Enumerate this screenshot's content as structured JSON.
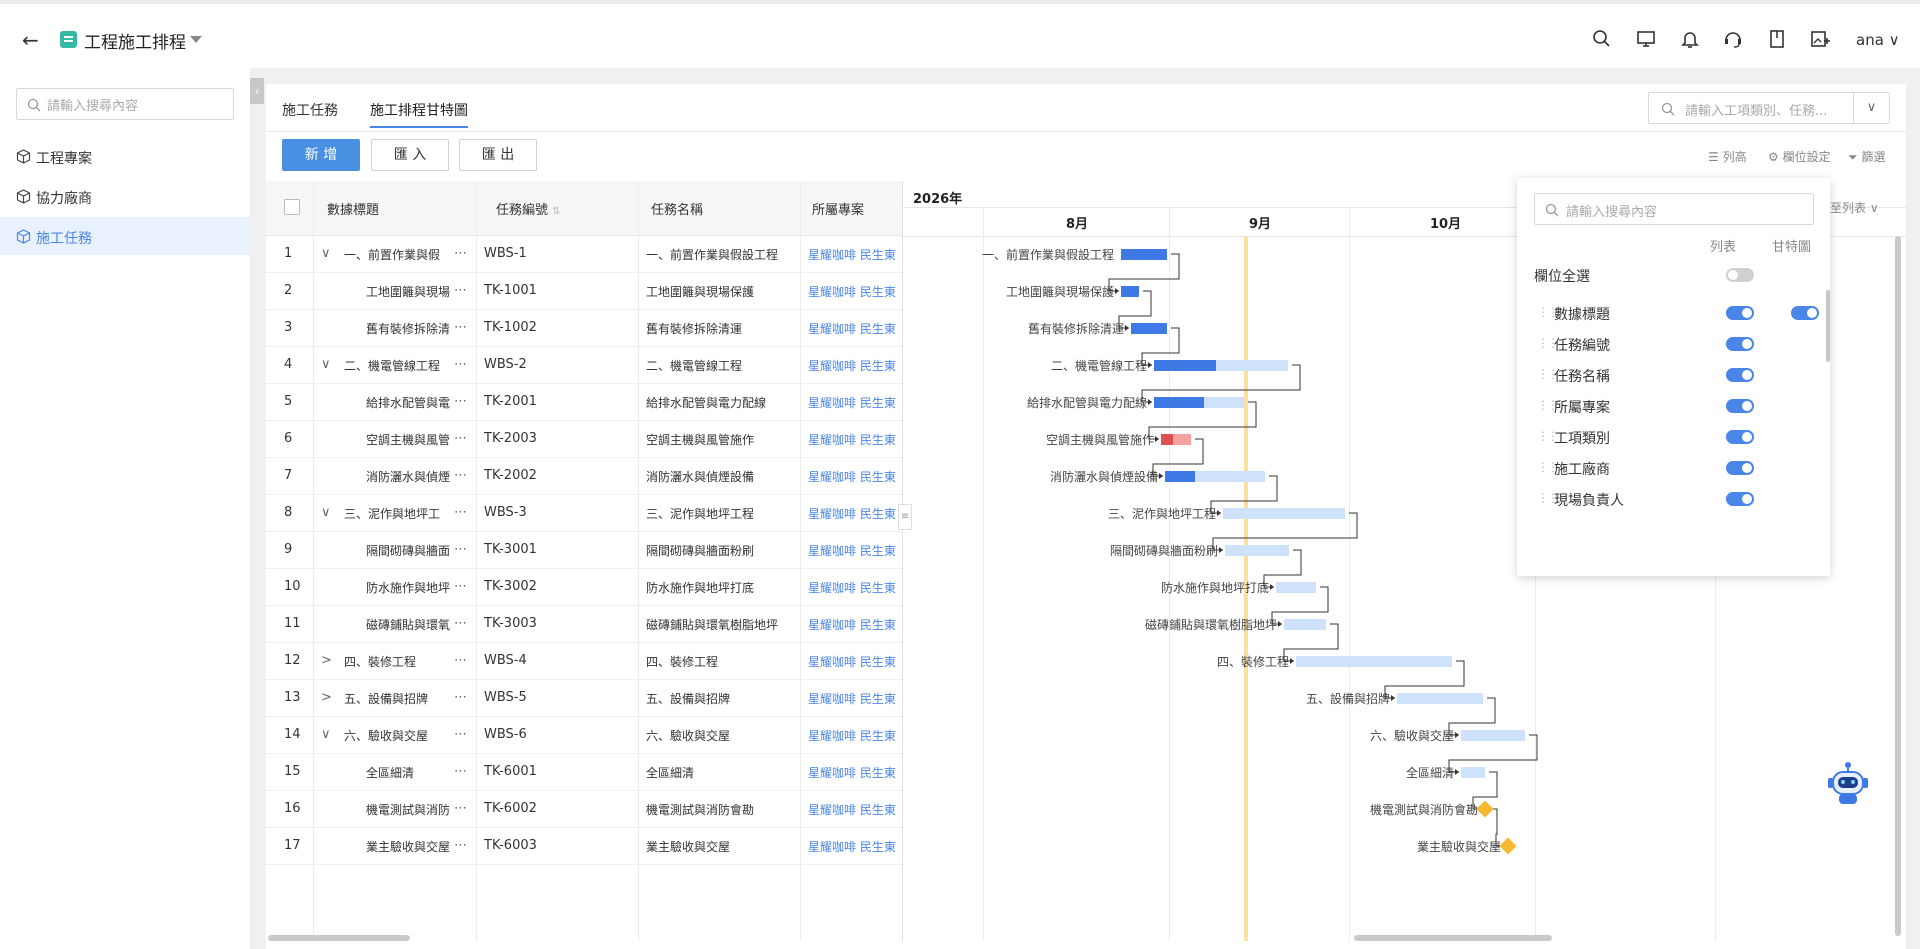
{
  "app": {
    "title": "工程施工排程",
    "user": "ana"
  },
  "sidebar": {
    "search_placeholder": "請輸入搜尋內容",
    "items": [
      {
        "label": "工程專案"
      },
      {
        "label": "協力廠商"
      },
      {
        "label": "施工任務"
      }
    ]
  },
  "tabs": [
    {
      "label": "施工任務"
    },
    {
      "label": "施工排程甘特圖"
    }
  ],
  "topsearch": {
    "placeholder": "請輸入工項類別、任務..."
  },
  "toolbar": {
    "add": "新 增",
    "import": "匯 入",
    "export": "匯 出",
    "columns": "列高",
    "field_settings": "欄位設定",
    "filter": "篩選"
  },
  "grid": {
    "headers": [
      "數據標題",
      "任務編號",
      "任務名稱",
      "所屬專案"
    ],
    "rows": [
      {
        "n": "1",
        "title": "一、前置作業與假",
        "code": "WBS-1",
        "name": "一、前置作業與假設工程",
        "proj": "星耀咖啡 民生東",
        "exp": "v"
      },
      {
        "n": "2",
        "title": "工地圍籬與現場",
        "code": "TK-1001",
        "name": "工地圍籬與現場保護",
        "proj": "星耀咖啡 民生東",
        "exp": ""
      },
      {
        "n": "3",
        "title": "舊有裝修拆除清",
        "code": "TK-1002",
        "name": "舊有裝修拆除清運",
        "proj": "星耀咖啡 民生東",
        "exp": ""
      },
      {
        "n": "4",
        "title": "二、機電管線工程",
        "code": "WBS-2",
        "name": "二、機電管線工程",
        "proj": "星耀咖啡 民生東",
        "exp": "v"
      },
      {
        "n": "5",
        "title": "給排水配管與電",
        "code": "TK-2001",
        "name": "給排水配管與電力配線",
        "proj": "星耀咖啡 民生東",
        "exp": ""
      },
      {
        "n": "6",
        "title": "空調主機與風管",
        "code": "TK-2003",
        "name": "空調主機與風管施作",
        "proj": "星耀咖啡 民生東",
        "exp": ""
      },
      {
        "n": "7",
        "title": "消防灑水與偵煙",
        "code": "TK-2002",
        "name": "消防灑水與偵煙設備",
        "proj": "星耀咖啡 民生東",
        "exp": ""
      },
      {
        "n": "8",
        "title": "三、泥作與地坪工",
        "code": "WBS-3",
        "name": "三、泥作與地坪工程",
        "proj": "星耀咖啡 民生東",
        "exp": "v"
      },
      {
        "n": "9",
        "title": "隔間砌磚與牆面",
        "code": "TK-3001",
        "name": "隔間砌磚與牆面粉刷",
        "proj": "星耀咖啡 民生東",
        "exp": ""
      },
      {
        "n": "10",
        "title": "防水施作與地坪",
        "code": "TK-3002",
        "name": "防水施作與地坪打底",
        "proj": "星耀咖啡 民生東",
        "exp": ""
      },
      {
        "n": "11",
        "title": "磁磚鋪貼與環氧",
        "code": "TK-3003",
        "name": "磁磚鋪貼與環氧樹脂地坪",
        "proj": "星耀咖啡 民生東",
        "exp": ""
      },
      {
        "n": "12",
        "title": "四、裝修工程",
        "code": "WBS-4",
        "name": "四、裝修工程",
        "proj": "星耀咖啡 民生東",
        "exp": ">"
      },
      {
        "n": "13",
        "title": "五、設備與招牌",
        "code": "WBS-5",
        "name": "五、設備與招牌",
        "proj": "星耀咖啡 民生東",
        "exp": ">"
      },
      {
        "n": "14",
        "title": "六、驗收與交屋",
        "code": "WBS-6",
        "name": "六、驗收與交屋",
        "proj": "星耀咖啡 民生東",
        "exp": "v"
      },
      {
        "n": "15",
        "title": "全區細清",
        "code": "TK-6001",
        "name": "全區細清",
        "proj": "星耀咖啡 民生東",
        "exp": ""
      },
      {
        "n": "16",
        "title": "機電測試與消防",
        "code": "TK-6002",
        "name": "機電測試與消防會勘",
        "proj": "星耀咖啡 民生東",
        "exp": ""
      },
      {
        "n": "17",
        "title": "業主驗收與交屋",
        "code": "TK-6003",
        "name": "業主驗收與交屋",
        "proj": "星耀咖啡 民生東",
        "exp": ""
      }
    ]
  },
  "gantt": {
    "year": "2026年",
    "months": [
      "8月",
      "9月",
      "10月"
    ],
    "right_label": "至列表",
    "labels": [
      "一、前置作業與假設工程",
      "工地圍籬與現場保護",
      "舊有裝修拆除清運",
      "二、機電管線工程",
      "給排水配管與電力配線",
      "空調主機與風管施作",
      "消防灑水與偵煙設備",
      "三、泥作與地坪工程",
      "隔間砌磚與牆面粉刷",
      "防水施作與地坪打底",
      "磁磚鋪貼與環氧樹脂地坪",
      "四、裝修工程",
      "五、設備與招牌",
      "六、驗收與交屋",
      "全區細清",
      "機電測試與消防會勘",
      "業主驗收與交屋"
    ]
  },
  "panel": {
    "search_placeholder": "請輸入搜尋內容",
    "col_list": "列表",
    "col_gantt": "甘特圖",
    "select_all": "欄位全選",
    "fields": [
      "數據標題",
      "任務編號",
      "任務名稱",
      "所屬專案",
      "工項類別",
      "施工廠商",
      "現場負責人"
    ]
  }
}
